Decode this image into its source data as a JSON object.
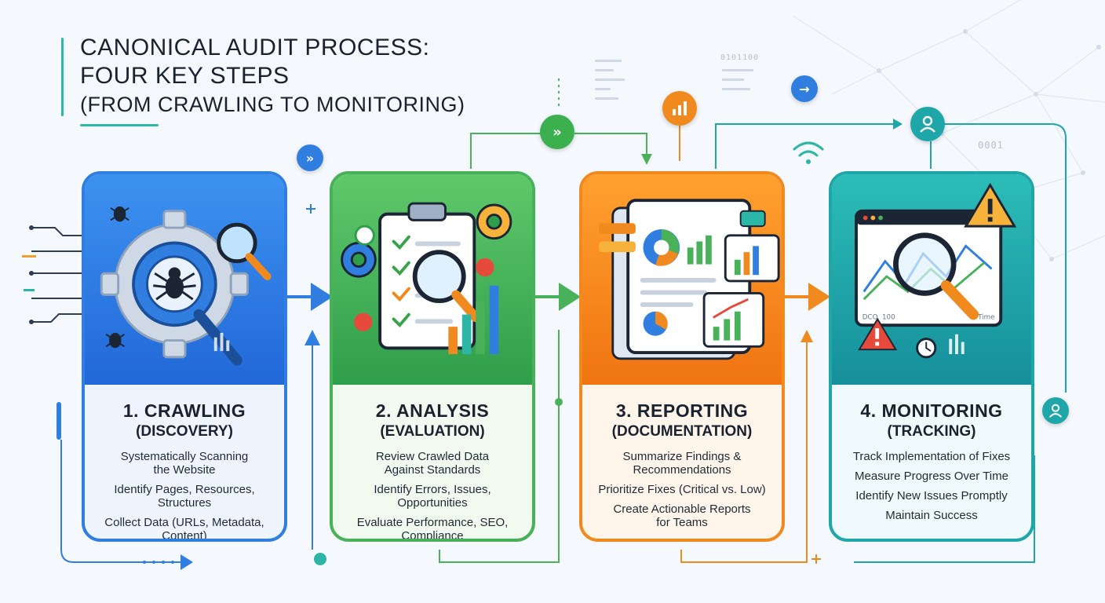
{
  "title": {
    "line1": "CANONICAL AUDIT PROCESS:",
    "line2": "FOUR KEY STEPS",
    "line3": "(FROM CRAWLING TO MONITORING)"
  },
  "steps": [
    {
      "title": "1. CRAWLING",
      "subtitle": "(DISCOVERY)",
      "items": [
        "Systematically Scanning\nthe Website",
        "Identify Pages, Resources,\nStructures",
        "Collect Data (URLs, Metadata,\nContent)"
      ]
    },
    {
      "title": "2. ANALYSIS",
      "subtitle": "(EVALUATION)",
      "items": [
        "Review Crawled Data\nAgainst Standards",
        "Identify Errors, Issues,\nOpportunities",
        "Evaluate Performance, SEO,\nCompliance"
      ]
    },
    {
      "title": "3. REPORTING",
      "subtitle": "(DOCUMENTATION)",
      "items": [
        "Summarize Findings &\nRecommendations",
        "Prioritize Fixes (Critical vs. Low)",
        "Create Actionable Reports\nfor Teams"
      ]
    },
    {
      "title": "4. MONITORING",
      "subtitle": "(TRACKING)",
      "items": [
        "Track Implementation of Fixes",
        "Measure Progress Over Time",
        "Identify New Issues Promptly",
        "Maintain Success"
      ]
    }
  ],
  "decor": {
    "binary1": "0101100",
    "binary2": "0001",
    "chart_labels": {
      "left": "DCO",
      "mid": "100",
      "right": "Time"
    }
  },
  "icons": {
    "crawl": "spider-gear-icon",
    "analyze": "clipboard-magnifier-icon",
    "report": "report-document-icon",
    "monitor": "dashboard-magnifier-icon",
    "fast_forward": "fast-forward-icon",
    "bar_chart": "bar-chart-icon",
    "arrow_right": "arrow-right-icon",
    "user": "user-icon",
    "wifi": "wifi-icon"
  },
  "colors": {
    "blue": "#2f7ee0",
    "green": "#48b15a",
    "orange": "#f08a1e",
    "teal": "#1fa6a8",
    "accent": "#2bb6a8"
  }
}
